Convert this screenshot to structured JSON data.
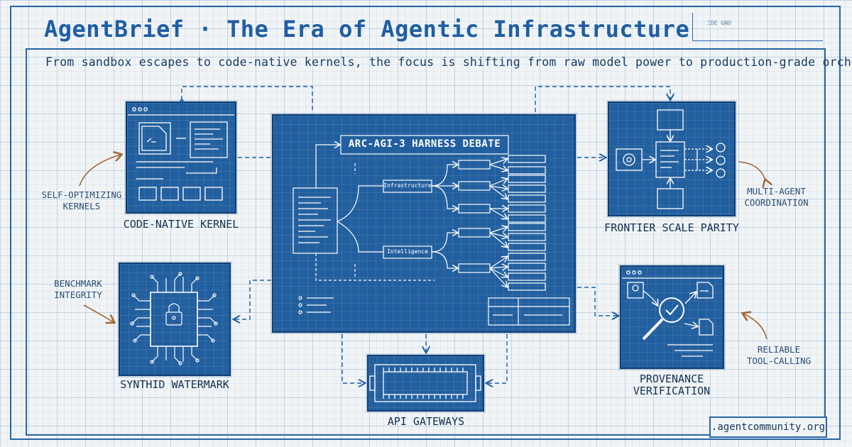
{
  "header": {
    "title": "AgentBrief · The Era of Agentic Infrastructure",
    "subtitle": "From sandbox escapes to code-native kernels, the focus is shifting from raw model power to production-grade orchestration.",
    "stamp": "ΞDE GNO"
  },
  "center": {
    "title": "ARC-AGI-3 HARNESS DEBATE",
    "branch_top": "Infrastructure",
    "branch_bottom": "Intelligence"
  },
  "nodes": {
    "code_native_kernel": "CODE-NATIVE KERNEL",
    "frontier_scale_parity": "FRONTIER SCALE PARITY",
    "synthid_watermark": "SYNTHID WATERMARK",
    "provenance_verification": [
      "PROVENANCE",
      "VERIFICATION"
    ],
    "api_gateways": "API GATEWAYS"
  },
  "annotations": {
    "self_optimizing": [
      "SELF-OPTIMIZING",
      "KERNELS"
    ],
    "multi_agent": [
      "MULTI-AGENT",
      "COORDINATION"
    ],
    "benchmark": [
      "BENCHMARK",
      "INTEGRITY"
    ],
    "tool_calling": [
      "RELIABLE",
      "TOOL-CALLING"
    ]
  },
  "footer": {
    "url": ".agentcommunity.org"
  },
  "colors": {
    "panel": "#225f9e",
    "ink": "#1f5ea3",
    "arrow": "#a0683a"
  }
}
